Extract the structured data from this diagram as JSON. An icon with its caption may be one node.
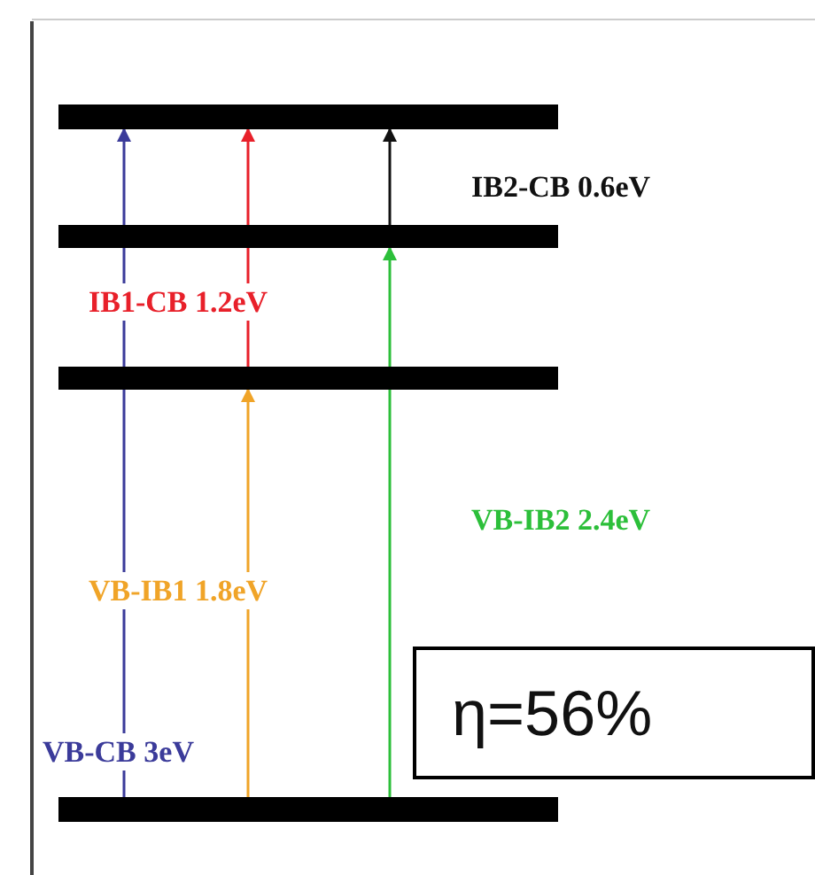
{
  "diagram": {
    "nodes": [
      {
        "text": [],
        "shape": "bar"
      },
      {
        "text": [],
        "shape": "bar"
      },
      {
        "text": [],
        "shape": "bar"
      },
      {
        "text": [],
        "shape": "bar"
      },
      {
        "text": [
          "η=56%"
        ]
      }
    ],
    "edges": [
      {
        "from": 3,
        "to": 0,
        "arrow": "to",
        "label": "VB-CB 3eV",
        "color": "#3b3b9a"
      },
      {
        "from": 2,
        "to": 0,
        "arrow": "to",
        "label": "IB1-CB 1.2eV",
        "color": "#e8202a"
      },
      {
        "from": 1,
        "to": 0,
        "arrow": "to",
        "label": "IB2-CB 0.6eV",
        "color": "#111111"
      },
      {
        "from": 3,
        "to": 2,
        "arrow": "to",
        "label": "VB-IB1 1.8eV",
        "color": "#f0a428"
      },
      {
        "from": 3,
        "to": 1,
        "arrow": "to",
        "label": "VB-IB2 2.4eV",
        "color": "#2cbf3a"
      }
    ]
  }
}
